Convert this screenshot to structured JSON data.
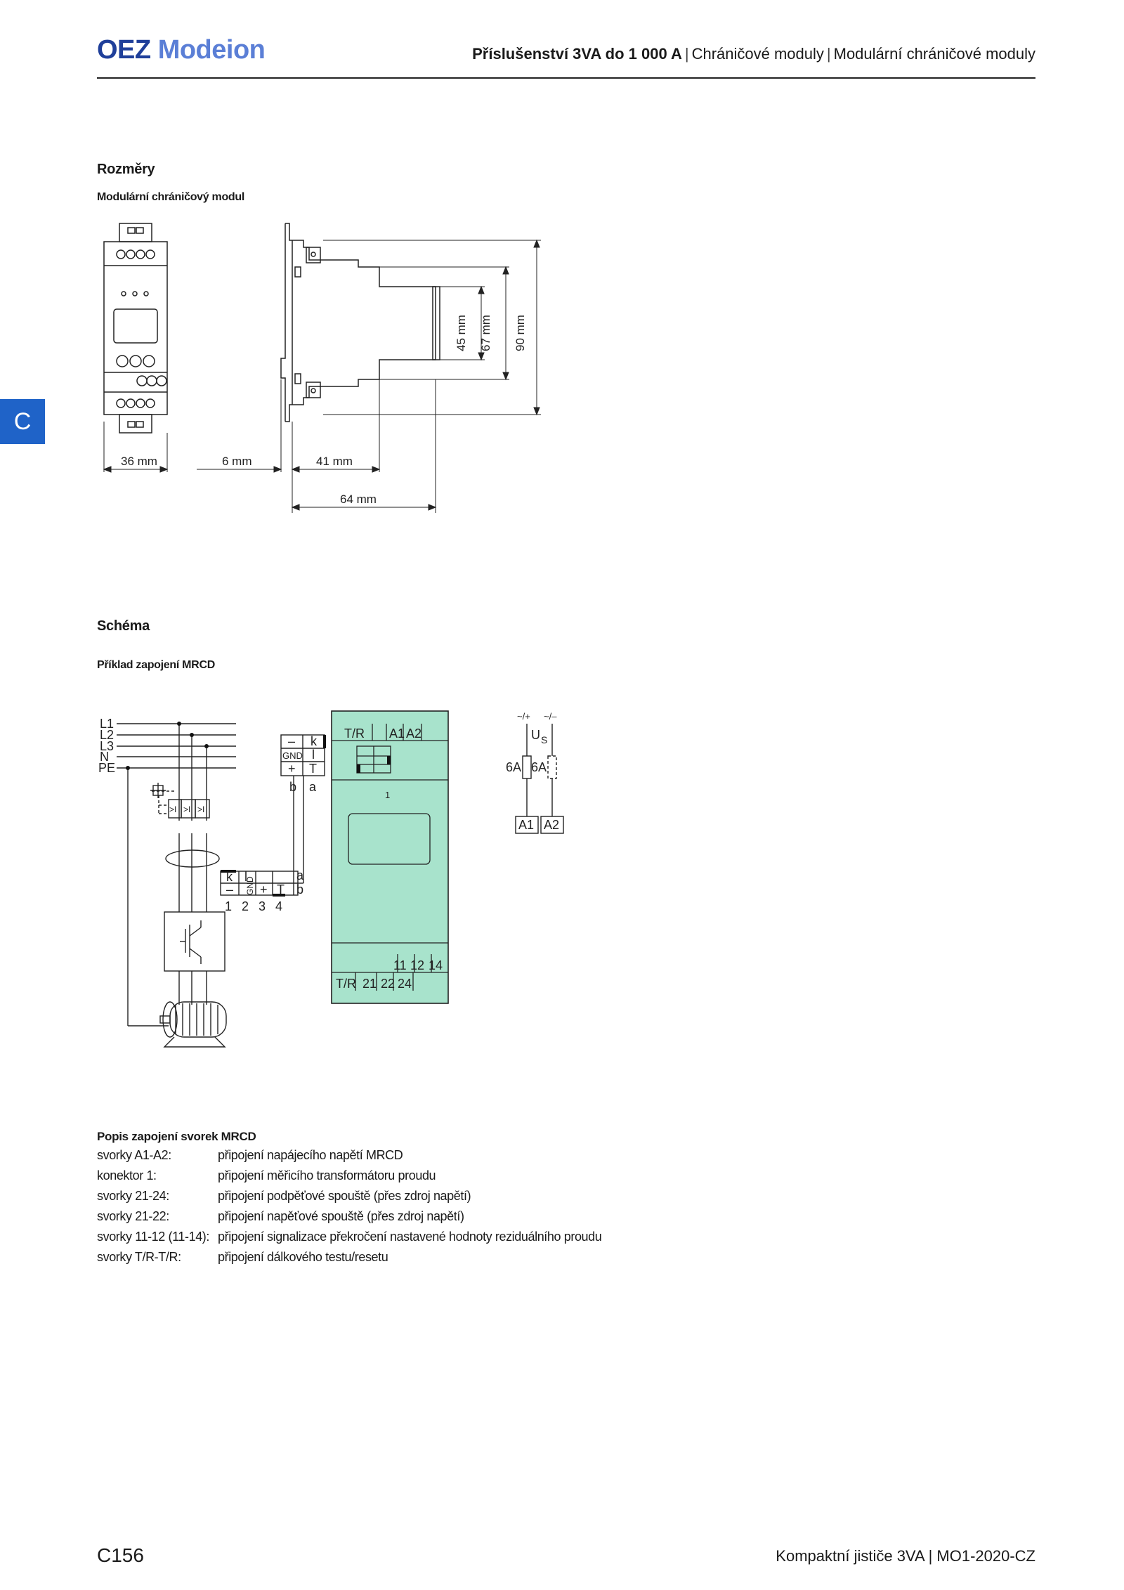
{
  "header": {
    "logo_brand": "OEZ",
    "logo_product": "Modeion",
    "breadcrumb_1": "Příslušenství 3VA do 1 000 A",
    "breadcrumb_2": "Chráničové moduly",
    "breadcrumb_3": "Modulární chráničové moduly",
    "separator": "|"
  },
  "side_tab": "C",
  "sections": {
    "dimensions_title": "Rozměry",
    "dimensions_subtitle": "Modulární chráničový modul",
    "schema_title": "Schéma",
    "schema_subtitle": "Příklad zapojení MRCD"
  },
  "dimensions": {
    "width_front": "36 mm",
    "gap": "6 mm",
    "depth_1": "41 mm",
    "depth_total": "64 mm",
    "height_1": "45 mm",
    "height_2": "67 mm",
    "height_3": "90 mm"
  },
  "wiring": {
    "lines": [
      "L1",
      "L2",
      "L3",
      "N",
      "PE"
    ],
    "sensor_box": {
      "r1a": "–",
      "r1b": "k",
      "r2a": "GND",
      "r2b": "l",
      "r3a": "+",
      "r3b": "T",
      "bottom_b": "b",
      "bottom_a": "a"
    },
    "trip_labels": [
      ">I",
      ">I",
      ">I"
    ],
    "connector": {
      "k": "k",
      "l": "l",
      "minus": "–",
      "gnd": "GND",
      "plus": "+",
      "t": "T",
      "a": "a",
      "b": "b",
      "n1": "1",
      "n2": "2",
      "n3": "3",
      "n4": "4"
    },
    "module": {
      "tr": "T/R",
      "a1": "A1",
      "a2": "A2",
      "conn": "1",
      "t11": "11",
      "t12": "12",
      "t14": "14",
      "tr2": "T/R",
      "t21": "21",
      "t22": "22",
      "t24": "24"
    },
    "supply": {
      "ac_dc_plus": "~/+",
      "ac_dc_minus": "~/–",
      "us": "U",
      "us_sub": "S",
      "fuse_1": "6A",
      "fuse_2": "6A",
      "a1": "A1",
      "a2": "A2"
    }
  },
  "legend": {
    "title": "Popis zapojení svorek MRCD",
    "rows": [
      {
        "key": "svorky A1-A2:",
        "desc": "připojení napájecího napětí MRCD"
      },
      {
        "key": "konektor 1:",
        "desc": "připojení měřicího transformátoru proudu"
      },
      {
        "key": "svorky 21-24:",
        "desc": "připojení podpěťové spouště (přes zdroj napětí)"
      },
      {
        "key": "svorky 21-22:",
        "desc": "připojení napěťové spouště (přes zdroj napětí)"
      },
      {
        "key": "svorky 11-12 (11-14):",
        "desc": "připojení signalizace překročení nastavené hodnoty reziduálního proudu"
      },
      {
        "key": "svorky T/R-T/R:",
        "desc": "připojení dálkového testu/resetu"
      }
    ]
  },
  "footer": {
    "page_number": "C156",
    "doc_title": "Kompaktní jističe 3VA",
    "doc_code": "MO1-2020-CZ",
    "separator": "|"
  },
  "colors": {
    "brand_dark": "#1f3f9a",
    "brand_light": "#5b7fd6",
    "side_tab": "#1f63c8",
    "module_green": "#a8e3cc"
  }
}
